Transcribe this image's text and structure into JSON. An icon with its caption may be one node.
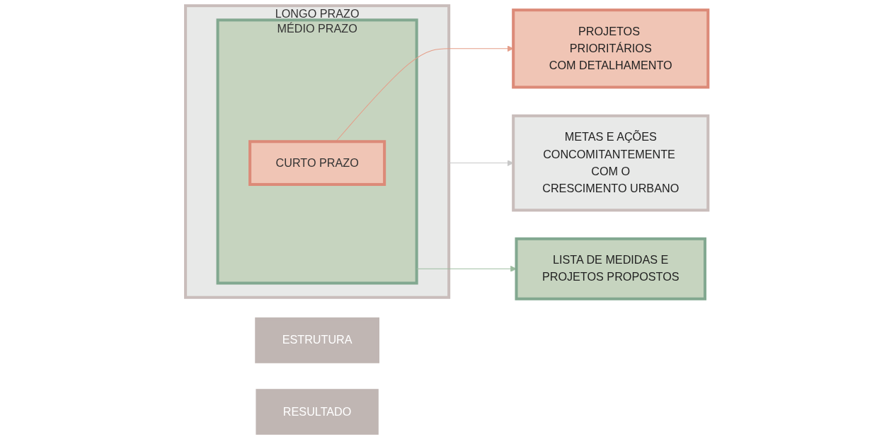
{
  "diagram": {
    "nodes": [
      {
        "text": [
          "ESTRUTURA"
        ]
      },
      {
        "text": [
          "RESULTADO"
        ]
      },
      {
        "text": [
          "LONGO PRAZO"
        ]
      },
      {
        "text": [
          "MÉDIO PRAZO"
        ],
        "in": 2
      },
      {
        "text": [
          "CURTO PRAZO"
        ],
        "in": 3
      },
      {
        "text": [
          "METAS E AÇÕES CONCOMITANTEMENTE COM O CRESCIMENTO URBANO"
        ]
      },
      {
        "text": [
          "LISTA DE MEDIDAS E PROJETOS PROPOSTOS"
        ]
      },
      {
        "text": [
          "PROJETOS PRIORITÁRIOS COM DETALHAMENTO"
        ]
      }
    ],
    "edges": [
      {
        "from": 2,
        "to": 5,
        "arrow": "to",
        "color": "#c8c8c8"
      },
      {
        "from": 3,
        "to": 6,
        "arrow": "to",
        "color": "#9cbc9f"
      },
      {
        "from": 4,
        "to": 7,
        "arrow": "to",
        "color": "#e59d88"
      }
    ]
  }
}
